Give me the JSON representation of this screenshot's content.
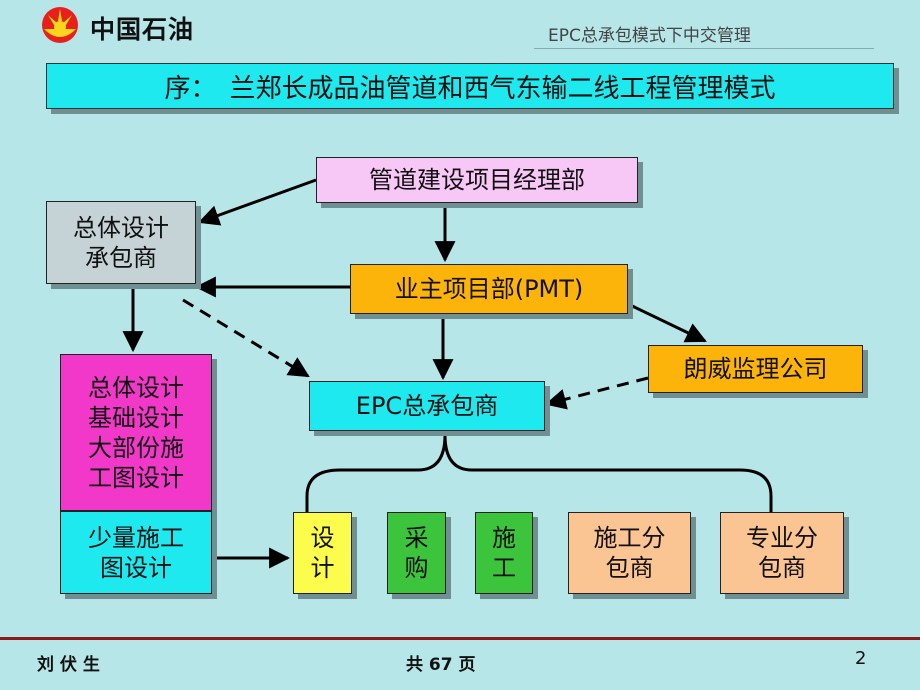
{
  "header": {
    "logo_text": "中国石油",
    "subtitle": "EPC总承包模式下中交管理"
  },
  "title": "序：　兰郑长成品油管道和西气东输二线工程管理模式",
  "boxes": {
    "pmd": "管道建设项目经理部",
    "design_contractor": [
      "总体设计",
      "承包商"
    ],
    "pmt": "业主项目部(PMT)",
    "supervisor": "朗威监理公司",
    "epc": "EPC总承包商",
    "design_scope": [
      "总体设计",
      "基础设计",
      "大部份施",
      "工图设计"
    ],
    "minor_design": [
      "少量施工",
      "图设计"
    ],
    "design": [
      "设",
      "计"
    ],
    "procurement": [
      "采",
      "购"
    ],
    "construction": [
      "施",
      "工"
    ],
    "construction_sub": [
      "施工分",
      "包商"
    ],
    "specialty_sub": [
      "专业分",
      "包商"
    ]
  },
  "footer": {
    "author": "刘 伏 生",
    "total_pages": "共 67 页",
    "page_number": "2"
  },
  "colors": {
    "background": "#b7e6e8",
    "cyan": "#1de9ef",
    "pink": "#f7c8f5",
    "orange": "#fdb40a",
    "magenta": "#f238c8",
    "yellow": "#fcfc4c",
    "green": "#3cc43c",
    "peach": "#fbc493",
    "gray": "#c6d3d6"
  }
}
